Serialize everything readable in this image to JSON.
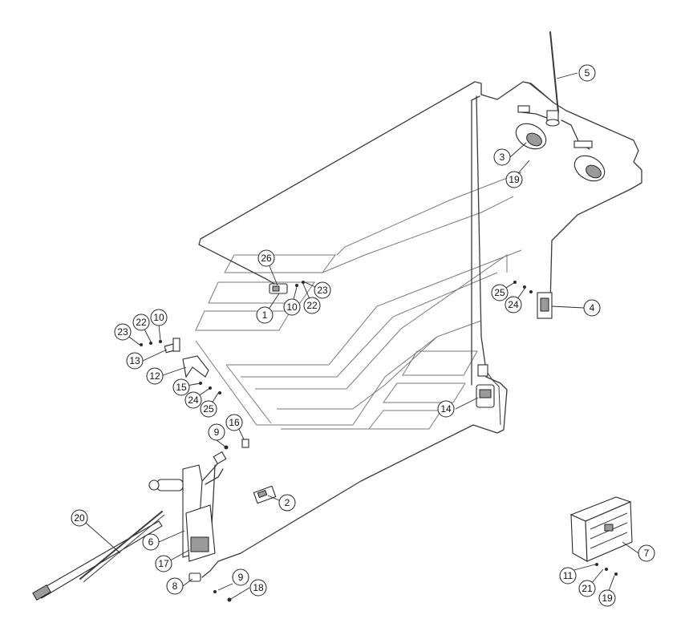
{
  "callouts": [
    {
      "label": "1"
    },
    {
      "label": "2"
    },
    {
      "label": "3"
    },
    {
      "label": "4"
    },
    {
      "label": "5"
    },
    {
      "label": "6"
    },
    {
      "label": "7"
    },
    {
      "label": "8"
    },
    {
      "label": "9"
    },
    {
      "label": "9"
    },
    {
      "label": "10"
    },
    {
      "label": "10"
    },
    {
      "label": "11"
    },
    {
      "label": "12"
    },
    {
      "label": "13"
    },
    {
      "label": "14"
    },
    {
      "label": "15"
    },
    {
      "label": "16"
    },
    {
      "label": "17"
    },
    {
      "label": "18"
    },
    {
      "label": "19"
    },
    {
      "label": "19"
    },
    {
      "label": "20"
    },
    {
      "label": "21"
    },
    {
      "label": "22"
    },
    {
      "label": "22"
    },
    {
      "label": "23"
    },
    {
      "label": "23"
    },
    {
      "label": "24"
    },
    {
      "label": "24"
    },
    {
      "label": "25"
    },
    {
      "label": "25"
    },
    {
      "label": "26"
    }
  ]
}
